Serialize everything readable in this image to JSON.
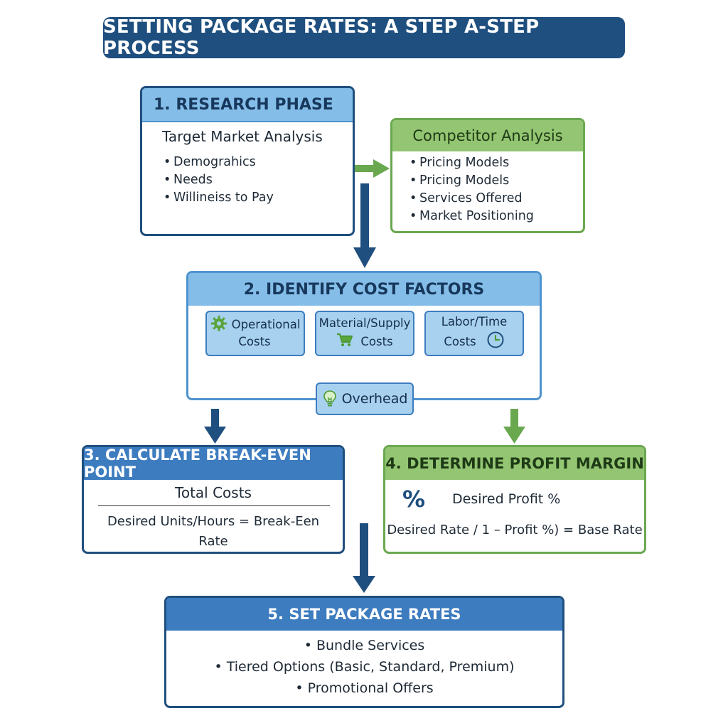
{
  "title": "SETTING PACKAGE RATES: A STEP A-STEP PROCESS",
  "research": {
    "header": "1. RESEARCH PHASE",
    "subtitle": "Target Market Analysis",
    "items": [
      "Demograhics",
      "Needs",
      "Willineiss to Pay"
    ]
  },
  "competitor": {
    "header": "Competitor Analysis",
    "items": [
      "Pricing Models",
      "Pricing Models",
      "Services Offered",
      "Market Positioning"
    ]
  },
  "cost_factors": {
    "header": "2. IDENTIFY COST FACTORS",
    "operational": [
      "Operational",
      "Costs"
    ],
    "material": [
      "Material/Supply",
      "Costs"
    ],
    "labor": [
      "Labor/Time",
      "Costs"
    ],
    "overhead": "Overhead"
  },
  "breakeven": {
    "header": "3. CALCULATE BREAK-EVEN POINT",
    "numerator": "Total Costs",
    "denominator_line1": "Desired Units/Hours = Break-Een",
    "denominator_line2": "Rate"
  },
  "profit": {
    "header": "4. DETERMINE PROFIT MARGIN",
    "symbol": "%",
    "label": "Desired Profit %",
    "formula": "Desired Rate / 1 – Profit %) = Base Rate"
  },
  "package": {
    "header": "5. SET PACKAGE RATES",
    "items": [
      "Bundle Services",
      "Tiered Options (Basic, Standard, Premium)",
      "Promotional Offers"
    ]
  },
  "colors": {
    "navy": "#1f4f7e",
    "mid_blue": "#3d7cbf",
    "light_blue": "#84bde8",
    "green": "#6aa84f",
    "light_green": "#93c572"
  }
}
